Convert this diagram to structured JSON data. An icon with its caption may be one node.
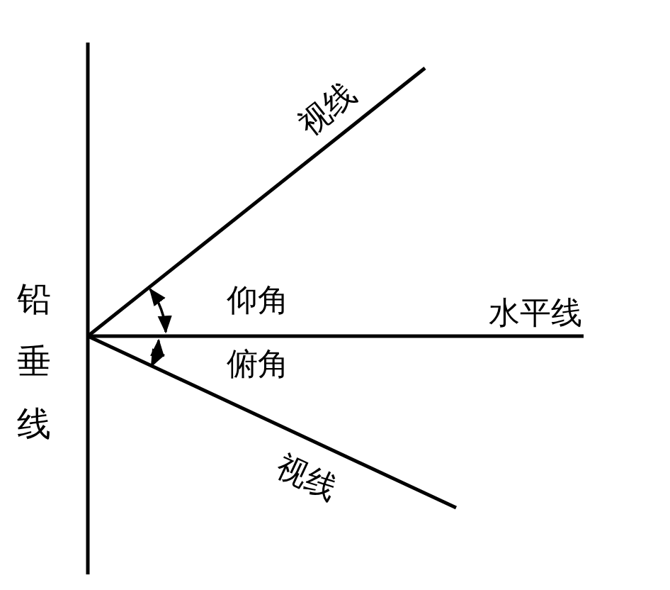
{
  "diagram": {
    "labels": [
      "视线",
      "铅垂线",
      "仰角",
      "水平线",
      "俯角",
      "视线"
    ]
  }
}
